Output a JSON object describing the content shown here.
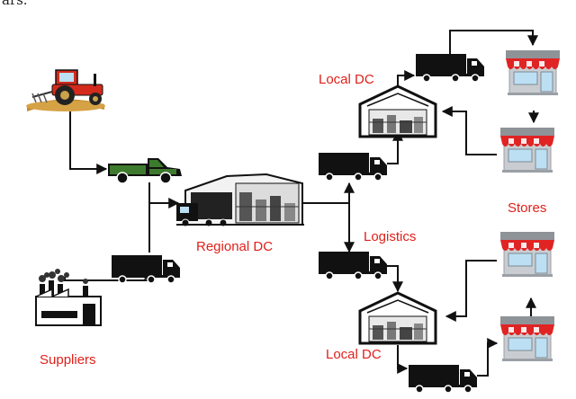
{
  "colors": {
    "label_red": "#e0201a",
    "line": "#111111",
    "truck": "#111111",
    "pickup_green": "#3e7a2e",
    "tractor_red": "#d42a1c",
    "awning_red": "#e02424",
    "shop_grey": "#bfc4c9",
    "window_blue": "#bcdff3"
  },
  "header_fragment": "ars.",
  "labels": {
    "local_dc_top": "Local DC",
    "regional_dc": "Regional DC",
    "logistics": "Logistics",
    "stores": "Stores",
    "suppliers": "Suppliers",
    "local_dc_bottom": "Local DC"
  },
  "icons": [
    "tractor-icon",
    "pickup-truck-icon",
    "factory-icon",
    "regional-warehouse-icon",
    "local-warehouse-icon",
    "delivery-truck-icon",
    "store-icon"
  ]
}
